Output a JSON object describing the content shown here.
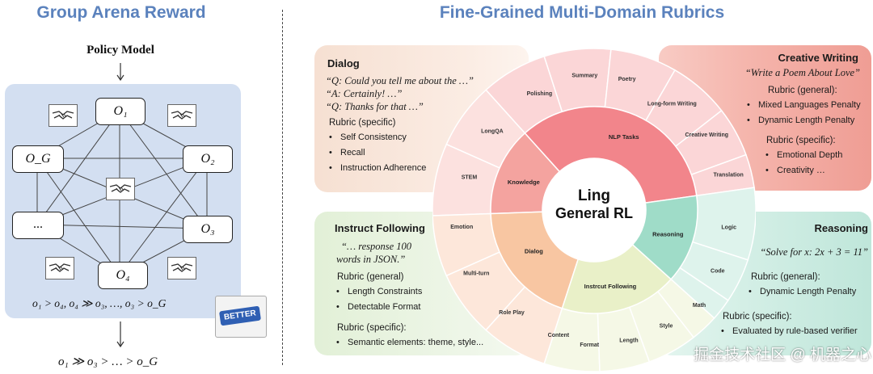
{
  "left": {
    "title": "Group Arena Reward",
    "policy_model": "Policy Model",
    "nodes": {
      "o1": "O₁",
      "og": "O_G",
      "o2": "O₂",
      "dots": "...",
      "o3": "O₃",
      "o4": "O₄"
    },
    "pairwise": "o₁ > o₄,   o₄ ≫ o₃,   …, o₃ > o_G",
    "result": "o₁ ≫ o₃ >  … > o_G",
    "badge": "BETTER"
  },
  "right": {
    "title": "Fine-Grained Multi-Domain Rubrics",
    "center_line1": "Ling",
    "center_line2": "General RL",
    "inner_ring": [
      "NLP Tasks",
      "Knowledge",
      "Dialog",
      "Instrcut Following",
      "Reasoning"
    ],
    "outer_ring": [
      "Polishing",
      "Summary",
      "Poetry",
      "Long-form Writing",
      "Creative Writing",
      "Translation",
      "LongQA",
      "STEM",
      "Emotion",
      "Multi-turn",
      "Role Play",
      "Content",
      "Format",
      "Length",
      "Style",
      "Logic",
      "Code",
      "Math"
    ],
    "dialog": {
      "title": "Dialog",
      "quotes": [
        "“Q: Could you tell me about the …”",
        "“A: Certainly! …”",
        "“Q: Thanks for that …”"
      ],
      "rubric_label": "Rubric (specific)",
      "items": [
        "Self Consistency",
        "Recall",
        "Instruction Adherence"
      ]
    },
    "creative": {
      "title": "Creative Writing",
      "quote": "“Write a Poem About Love”",
      "rubric_general": "Rubric (general):",
      "general_items": [
        "Mixed Languages Penalty",
        "Dynamic Length Penalty"
      ],
      "rubric_specific": "Rubric (specific):",
      "specific_items": [
        "Emotional Depth",
        "Creativity …"
      ]
    },
    "instruct": {
      "title": "Instruct Following",
      "quote_line1": "“… response 100",
      "quote_line2": "words in JSON.”",
      "rubric_general": "Rubric (general)",
      "general_items": [
        "Length Constraints",
        "Detectable Format"
      ],
      "rubric_specific": "Rubric (specific):",
      "specific_items": [
        "Semantic elements: theme, style..."
      ]
    },
    "reasoning": {
      "title": "Reasoning",
      "quote": "“Solve for x: 2x + 3 = 11”",
      "rubric_general": "Rubric (general):",
      "general_items": [
        "Dynamic Length Penalty"
      ],
      "rubric_specific": "Rubric (specific):",
      "specific_items": [
        "Evaluated by rule-based verifier"
      ]
    }
  },
  "watermark": "掘金技术社区 @ 机器之心"
}
